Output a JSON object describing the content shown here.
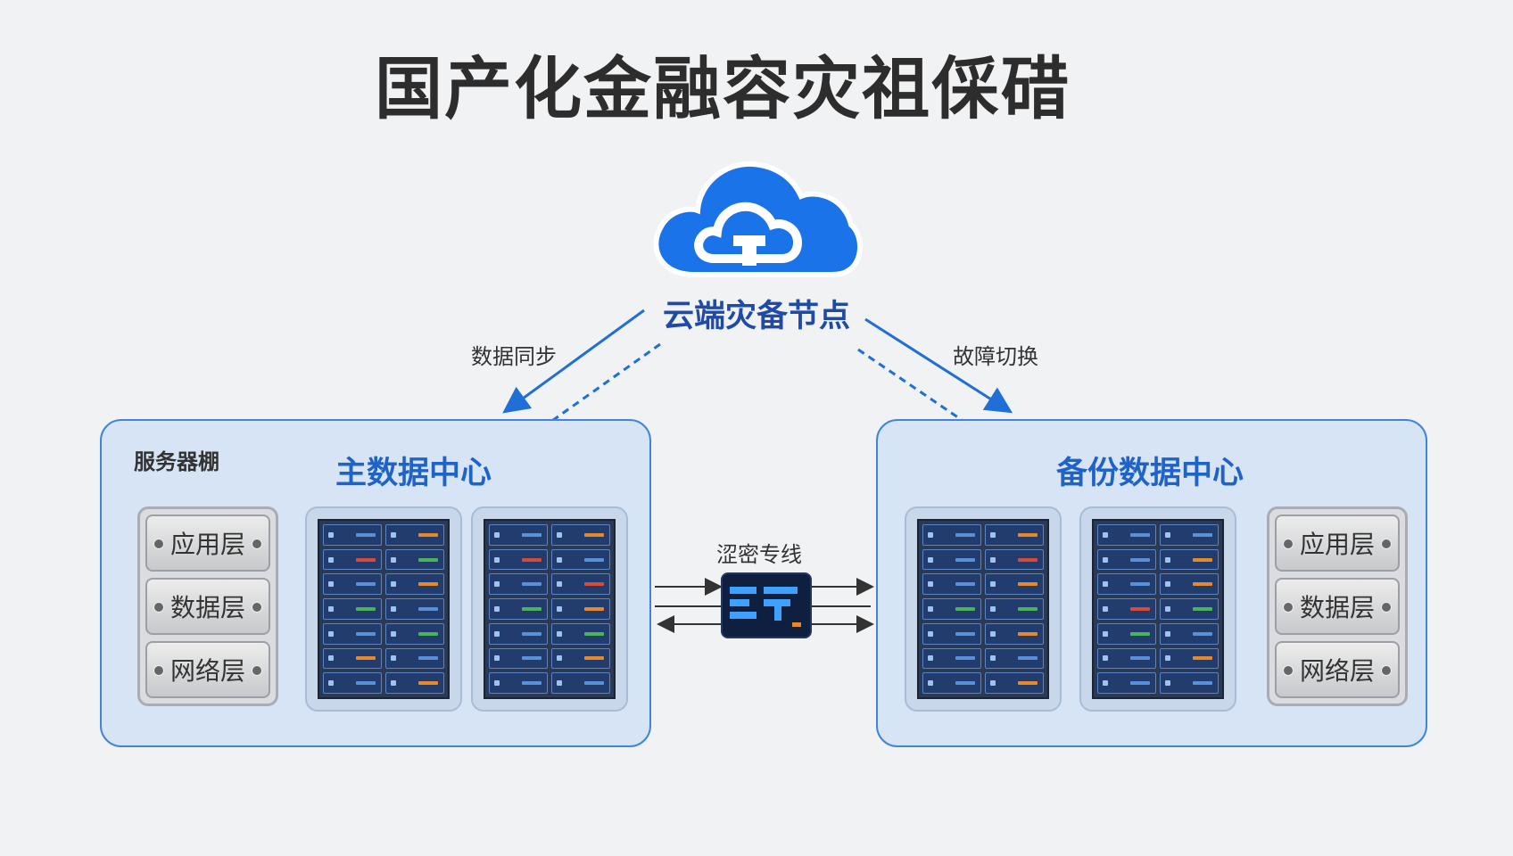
{
  "title": "国产化金融容灾祖倸碏",
  "cloud": {
    "label": "云端灾备节点",
    "icon": "cloud-icon"
  },
  "edges": {
    "sync_label": "数据同步",
    "failover_label": "故障切换"
  },
  "primary": {
    "title": "主数据中心",
    "tag": "服务器棚",
    "layers": [
      "应用层",
      "数据层",
      "网络层"
    ]
  },
  "backup": {
    "title": "备份数据中心",
    "layers": [
      "应用层",
      "数据层",
      "网络层"
    ]
  },
  "link": {
    "label": "涩密专线",
    "icon": "encryptor-icon"
  },
  "colors": {
    "accent": "#1f63c6",
    "cloud": "#1a73e8",
    "panel_fill": "#d6e4f5",
    "panel_border": "#3f86d8",
    "arrow": "#1f6fd6"
  }
}
